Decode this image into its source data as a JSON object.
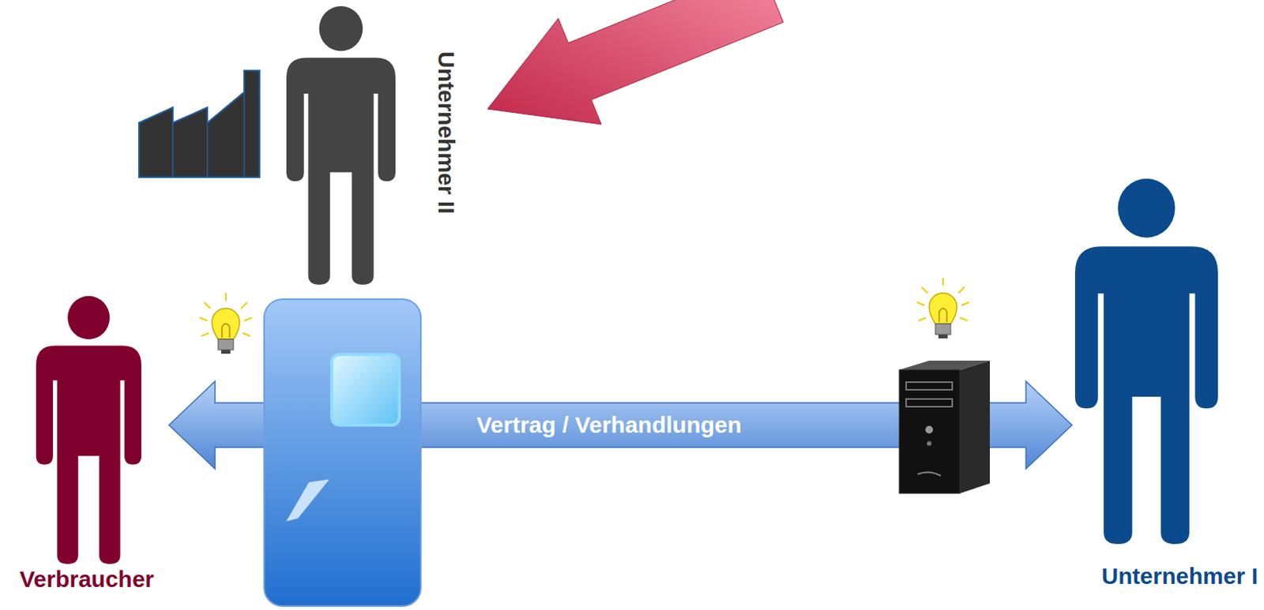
{
  "diagram": {
    "nodes": [
      {
        "text": [
          "Unternehmer II"
        ]
      },
      {
        "text": [
          "Verbraucher"
        ]
      },
      {
        "text": [
          "Unternehmer I"
        ]
      }
    ],
    "edges": [
      {
        "from": 1,
        "to": 2,
        "label": "Vertrag / Verhandlungen",
        "arrow": "both"
      }
    ]
  }
}
